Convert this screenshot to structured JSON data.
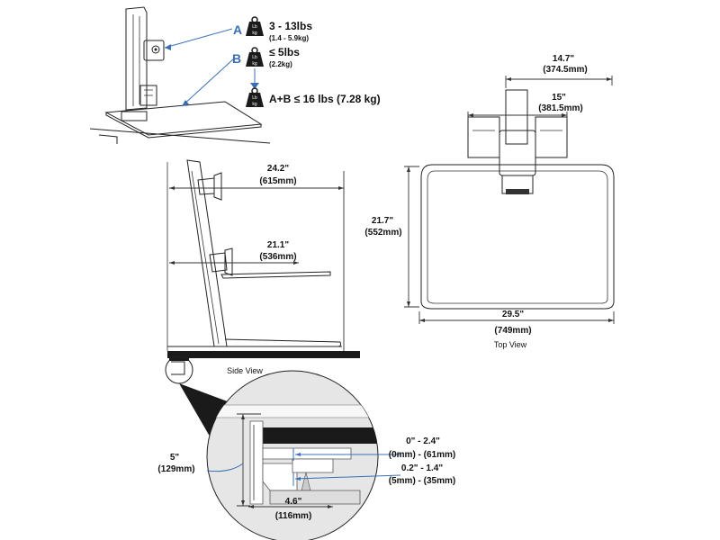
{
  "top_left": {
    "label_a": "A",
    "label_b": "B",
    "weight_icon_text": "Lb\nkg",
    "load_a": "3 - 13lbs",
    "load_a_metric": "(1.4 - 5.9kg)",
    "load_b": "≤ 5lbs",
    "load_b_metric": "(2.2kg)",
    "combined": "A+B ≤ 16 lbs (7.28 kg)"
  },
  "top_view": {
    "dim_top": "14.7\"",
    "dim_top_metric": "(374.5mm)",
    "dim_mid": "15\"",
    "dim_mid_metric": "(381.5mm)",
    "dim_left": "21.7\"",
    "dim_left_metric": "(552mm)",
    "dim_bottom": "29.5\"",
    "dim_bottom_metric": "(749mm)",
    "caption": "Top View"
  },
  "side_view": {
    "dim_upper": "24.2\"",
    "dim_upper_metric": "(615mm)",
    "dim_lower": "21.1\"",
    "dim_lower_metric": "(536mm)",
    "caption": "Side View"
  },
  "clamp_detail": {
    "height": "5\"",
    "height_metric": "(129mm)",
    "width": "4.6\"",
    "width_metric": "(116mm)",
    "range_upper": "0\" - 2.4\"",
    "range_upper_metric": "(0mm) - (61mm)",
    "range_lower": "0.2\" - 1.4\"",
    "range_lower_metric": "(5mm) - (35mm)"
  },
  "colors": {
    "accent_blue": "#3a6fb5",
    "line": "#222222",
    "detail_fill": "#e6e6e6",
    "desk": "#1a1a1a"
  }
}
